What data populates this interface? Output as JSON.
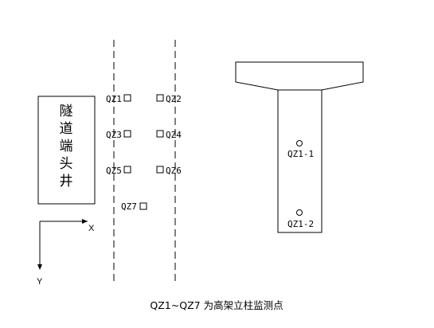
{
  "tunnel_well": {
    "label_chars": [
      "隧",
      "道",
      "端",
      "头",
      "井"
    ]
  },
  "axes": {
    "x_label": "X",
    "y_label": "Y"
  },
  "points": [
    {
      "id": "QZ1",
      "label": "QZ1",
      "side": "left"
    },
    {
      "id": "QZ2",
      "label": "QZ2",
      "side": "right"
    },
    {
      "id": "QZ3",
      "label": "QZ3",
      "side": "left"
    },
    {
      "id": "QZ4",
      "label": "QZ4",
      "side": "right"
    },
    {
      "id": "QZ5",
      "label": "QZ5",
      "side": "left"
    },
    {
      "id": "QZ6",
      "label": "QZ6",
      "side": "right"
    },
    {
      "id": "QZ7",
      "label": "QZ7",
      "side": "left"
    }
  ],
  "column_section": {
    "points": [
      {
        "id": "QZ1-1",
        "label": "QZ1-1"
      },
      {
        "id": "QZ1-2",
        "label": "QZ1-2"
      }
    ]
  },
  "caption": "QZ1~QZ7 为高架立柱监测点"
}
